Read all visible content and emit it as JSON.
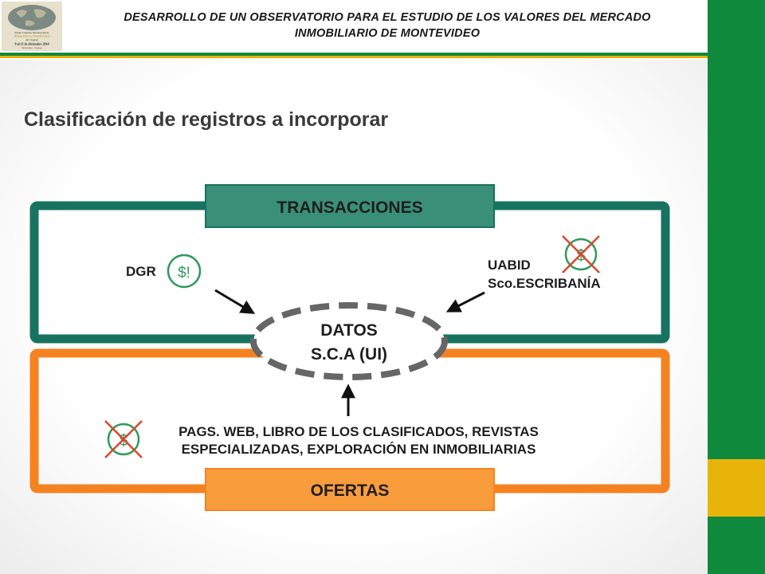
{
  "header": {
    "title_line1": "DESARROLLO DE UN OBSERVATORIO PARA EL ESTUDIO DE LOS VALORES DEL MERCADO",
    "title_line2": "INMOBILIARIO DE MONTEVIDEO",
    "logo": {
      "line1": "Primer Congreso Internacional de",
      "line2": "Valuaciones e Inmobiliaria",
      "line3": "del Uruguay",
      "date": "9 al 11 de diciembre 2014",
      "footer": "Montevideo - Uruguay"
    }
  },
  "page_title": "Clasificación de registros a incorporar",
  "diagram": {
    "transacciones_label": "TRANSACCIONES",
    "ofertas_label": "OFERTAS",
    "center_line1": "DATOS",
    "center_line2": "S.C.A (UI)",
    "dgr_label": "DGR",
    "dgr_icon": "$!",
    "uabid_line1": "UABID",
    "uabid_line2": "Sco.ESCRIBANÍA",
    "crossed_icon": "$",
    "ofertas_text_line1": "PAGS. WEB, LIBRO DE LOS CLASIFICADOS, REVISTAS",
    "ofertas_text_line2": "ESPECIALIZADAS, EXPLORACIÓN EN INMOBILIARIAS"
  },
  "colors": {
    "brand_green": "#0f8a3c",
    "brand_yellow": "#e9b40a",
    "transacciones_green": "#17735f",
    "transacciones_fill": "#3a8f78",
    "ofertas_orange": "#f58220",
    "ofertas_fill": "#f99c3c",
    "dashed_gray": "#666666",
    "cross_red": "#e0442c"
  }
}
